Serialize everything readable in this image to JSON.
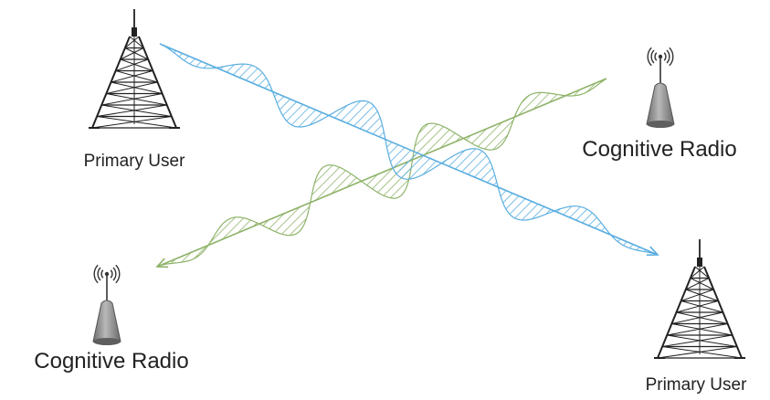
{
  "labels": {
    "primary_user_top": "Primary User",
    "primary_user_bottom": "Primary User",
    "cognitive_radio_top": "Cognitive Radio",
    "cognitive_radio_bottom": "Cognitive Radio"
  },
  "icons": {
    "tower": "radio-tower-icon",
    "radio": "cognitive-radio-icon",
    "signal": "signal-waves-icon"
  },
  "colors": {
    "primary_signal": "#5aaee0",
    "cognitive_signal": "#8fb36a",
    "device_gray": "#8a8a8a",
    "tower_stroke": "#222222",
    "label_text": "#222222"
  }
}
